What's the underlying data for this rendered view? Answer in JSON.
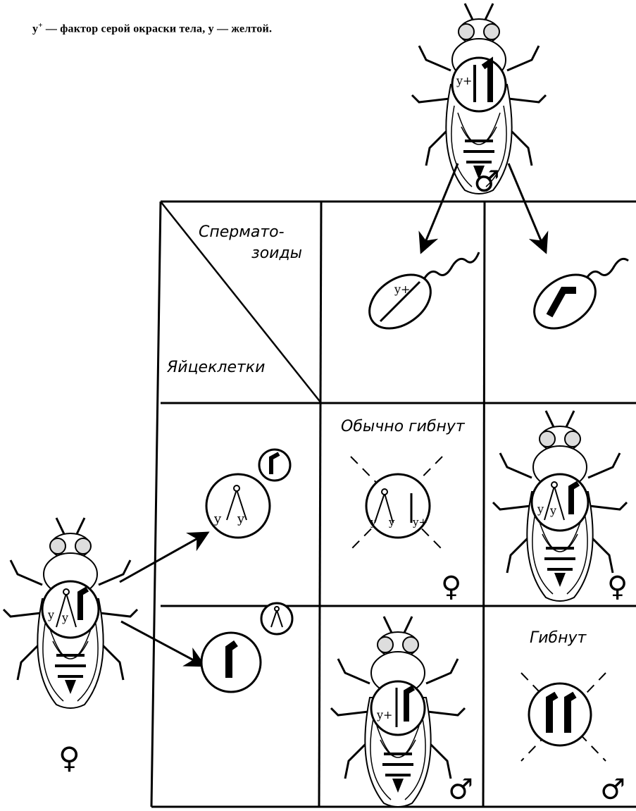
{
  "caption": {
    "gene_plus": "y",
    "sup": "+",
    "text": " — фактор серой окраски тела, y — желтой."
  },
  "table": {
    "header_top": "Спермато-",
    "header_top2": "зоиды",
    "header_left": "Яйцеклетки",
    "cell_female_xx_y": "Обычно гибнут",
    "cell_y_y": "Гибнут"
  },
  "genes": {
    "y_plus": "y+",
    "y": "y",
    "y_plus_short": "y+"
  },
  "symbols": {
    "female": "♀",
    "male": "♂"
  },
  "colors": {
    "ink": "#000000",
    "paper": "#ffffff"
  }
}
